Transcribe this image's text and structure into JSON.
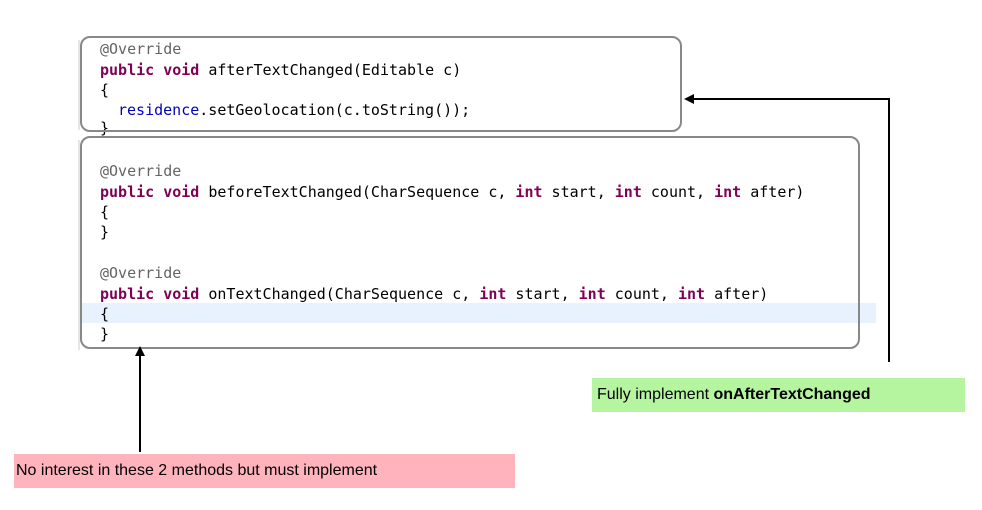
{
  "code": {
    "method1": {
      "annotation": "@Override",
      "kw_public": "public",
      "kw_void": "void",
      "signature_rest": "afterTextChanged(Editable c)",
      "open_brace": "{",
      "body_field": "residence",
      "body_rest": ".setGeolocation(c.toString());",
      "close_brace": "}"
    },
    "method2": {
      "annotation": "@Override",
      "kw_public": "public",
      "kw_void": "void",
      "sig_a": "beforeTextChanged(CharSequence c, ",
      "kw_int1": "int",
      "sig_b": " start, ",
      "kw_int2": "int",
      "sig_c": " count, ",
      "kw_int3": "int",
      "sig_d": " after)",
      "open_brace": "{",
      "close_brace": "}"
    },
    "method3": {
      "annotation": "@Override",
      "kw_public": "public",
      "kw_void": "void",
      "sig_a": "onTextChanged(CharSequence c, ",
      "kw_int1": "int",
      "sig_b": " start, ",
      "kw_int2": "int",
      "sig_c": " count, ",
      "kw_int3": "int",
      "sig_d": " after)",
      "open_brace": "{",
      "close_brace": "}"
    }
  },
  "callouts": {
    "green": {
      "prefix": "Fully implement ",
      "emphasis": "onAfterTextChanged",
      "color": "#b6f5a0"
    },
    "pink": {
      "text": "No interest in these 2 methods but must implement",
      "color": "#ffb3bd"
    }
  },
  "colors": {
    "keyword": "#7f0055",
    "annotation": "#646464",
    "field": "#0000c0",
    "box_border": "#888888",
    "line_highlight": "#e8f2fe"
  }
}
